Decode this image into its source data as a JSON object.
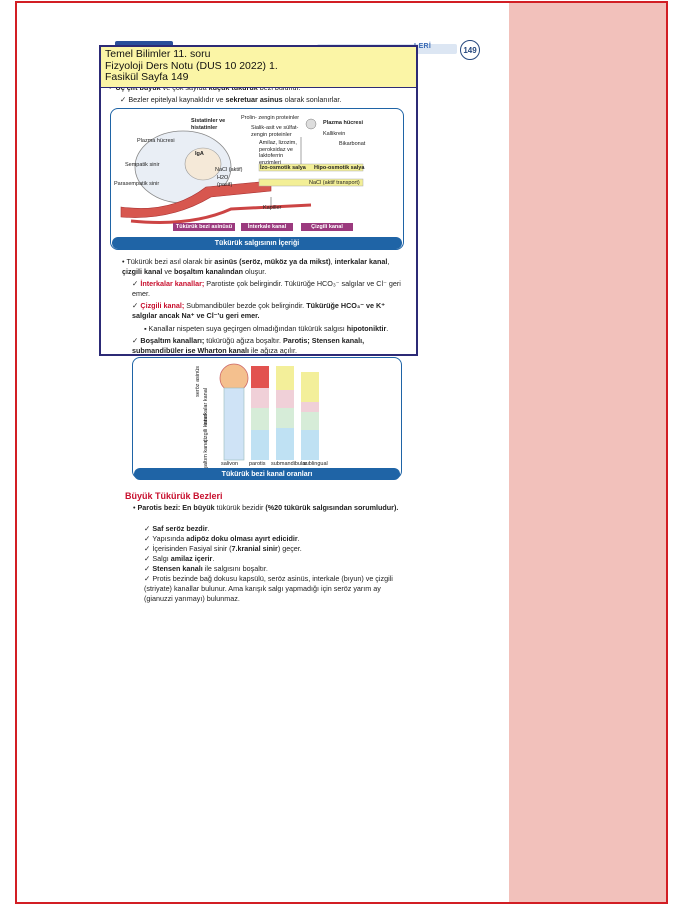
{
  "overlay": {
    "line1": "Temel Bilimler 11. soru",
    "line2": "Fizyoloji Ders Notu (DUS 10 2022)  1.",
    "line3": "Fasikül Sayfa 149"
  },
  "header": {
    "section_title": "LERİ",
    "page_number": "149"
  },
  "intro": {
    "b1_pre": "Üç çift büyük",
    "b1_mid": " ve çok sayıda ",
    "b1_bold2": "küçük tükürük",
    "b1_post": " bezi bulunur.",
    "c1_pre": "Bezler epitelyal kaynaklıdır ve ",
    "c1_bold": "sekretuar asinus",
    "c1_post": " olarak sonlanırlar."
  },
  "figure1": {
    "caption": "Tükürük salgısının İçeriği",
    "labels": {
      "sistatinler": "Sistatinler ve histatinler",
      "prolin": "Prolin- zengin proteinler",
      "plazma_hucresi_top": "Plazma hücresi",
      "kallikrein": "Kallikrein",
      "bikarbonat": "Bikarbonat",
      "plazma_hucresi_left": "Plazma hücresi",
      "iga": "IgA",
      "sialik": "Sialik-asit ve sülfat-zengin proteinler",
      "amilaz": "Amilaz, lizozim, peroksidaz ve laktoferrin enzimleri",
      "sempatik": "Sempatik sinir",
      "parasempatik": "Parasempatik sinir",
      "nacl": "NaCl (aktif)",
      "h2o": "H2O (pasif)",
      "izo": "İzo-osmotik salya",
      "hipo": "Hipo-osmotik salya",
      "nacl_transport": "NaCl (aktif transport)",
      "kapiller": "Kapiller",
      "asinus": "Tükürük bezi asinüsü",
      "interkale": "İnterkale kanal",
      "cizgili": "Çizgili kanal"
    }
  },
  "body1": {
    "lead_pre": "Tükürük bezi asıl olarak bir ",
    "lead_b1": "asinüs (seröz, müköz ya da mikst)",
    "lead_mid": ", ",
    "lead_b2": "interkalar kanal",
    "lead_mid2": ", ",
    "lead_b3": "çizgili kanal",
    "lead_mid3": " ve ",
    "lead_b4": "boşaltım kanalından",
    "lead_post": " oluşur.",
    "i1_red": "İnterkalar kanallar;",
    "i1_text": " Parotiste çok belirgindir. Tükürüğe HCO₃⁻ salgılar ve Cl⁻ geri emer.",
    "i2_red": "Çizgili kanal;",
    "i2_text": " Submandibüler bezde çok belirgindir. ",
    "i2_bold": "Tükürüğe HCO₃⁻ ve K⁺ salgılar ancak Na⁺ ve Cl⁻'u geri emer.",
    "i3_pre": "Kanallar nispeten suya geçirgen olmadığından tükürük salgısı ",
    "i3_bold": "hipotoniktir",
    "i3_post": ".",
    "i4_bold": "Boşaltım kanalları;",
    "i4_text": " tükürüğü ağıza boşaltır. ",
    "i4_bold2": "Parotis; Stensen kanalı, submandibüler ise Wharton kanalı",
    "i4_post": " ile ağıza açılır."
  },
  "figure2": {
    "caption": "Tükürük bezi kanal oranları",
    "ylabels": [
      "seröz asinüs",
      "interkalar kanal",
      "çizgili kanal",
      "boşaltım kanalı"
    ],
    "xlabels": [
      "salivon",
      "parotis",
      "submandibular",
      "sublingual"
    ]
  },
  "section2": {
    "title": "Büyük Tükürük Bezleri",
    "p_bold": "Parotis bezi: En büyük",
    "p_mid": " tükürük bezidir ",
    "p_bold2": "(%20 tükürük salgısından sorumludur).",
    "items": [
      {
        "b": "Saf seröz bezdir",
        "t": "."
      },
      {
        "pre": "Yapısında ",
        "b": "adipöz doku olması ayırt edicidir",
        "t": "."
      },
      {
        "pre": "İçerisinden Fasiyal sinir (",
        "b": "7.kranial sinir",
        "t": ") geçer."
      },
      {
        "pre": "Salgı ",
        "b": "amilaz içerir",
        "t": "."
      },
      {
        "b": "Stensen kanalı",
        "t": " ile salgısını boşaltır."
      },
      {
        "pre": "Protis bezinde bağ dokusu kapsülü, seröz asinüs, interkale (bıyun) ve çizgili (striyate) kanallar bulunur. Ama karışık salgı yapmadığı için seröz yarım ay (gianuzzi yarımayı) bulunmaz.",
        "b": "",
        "t": ""
      }
    ]
  }
}
